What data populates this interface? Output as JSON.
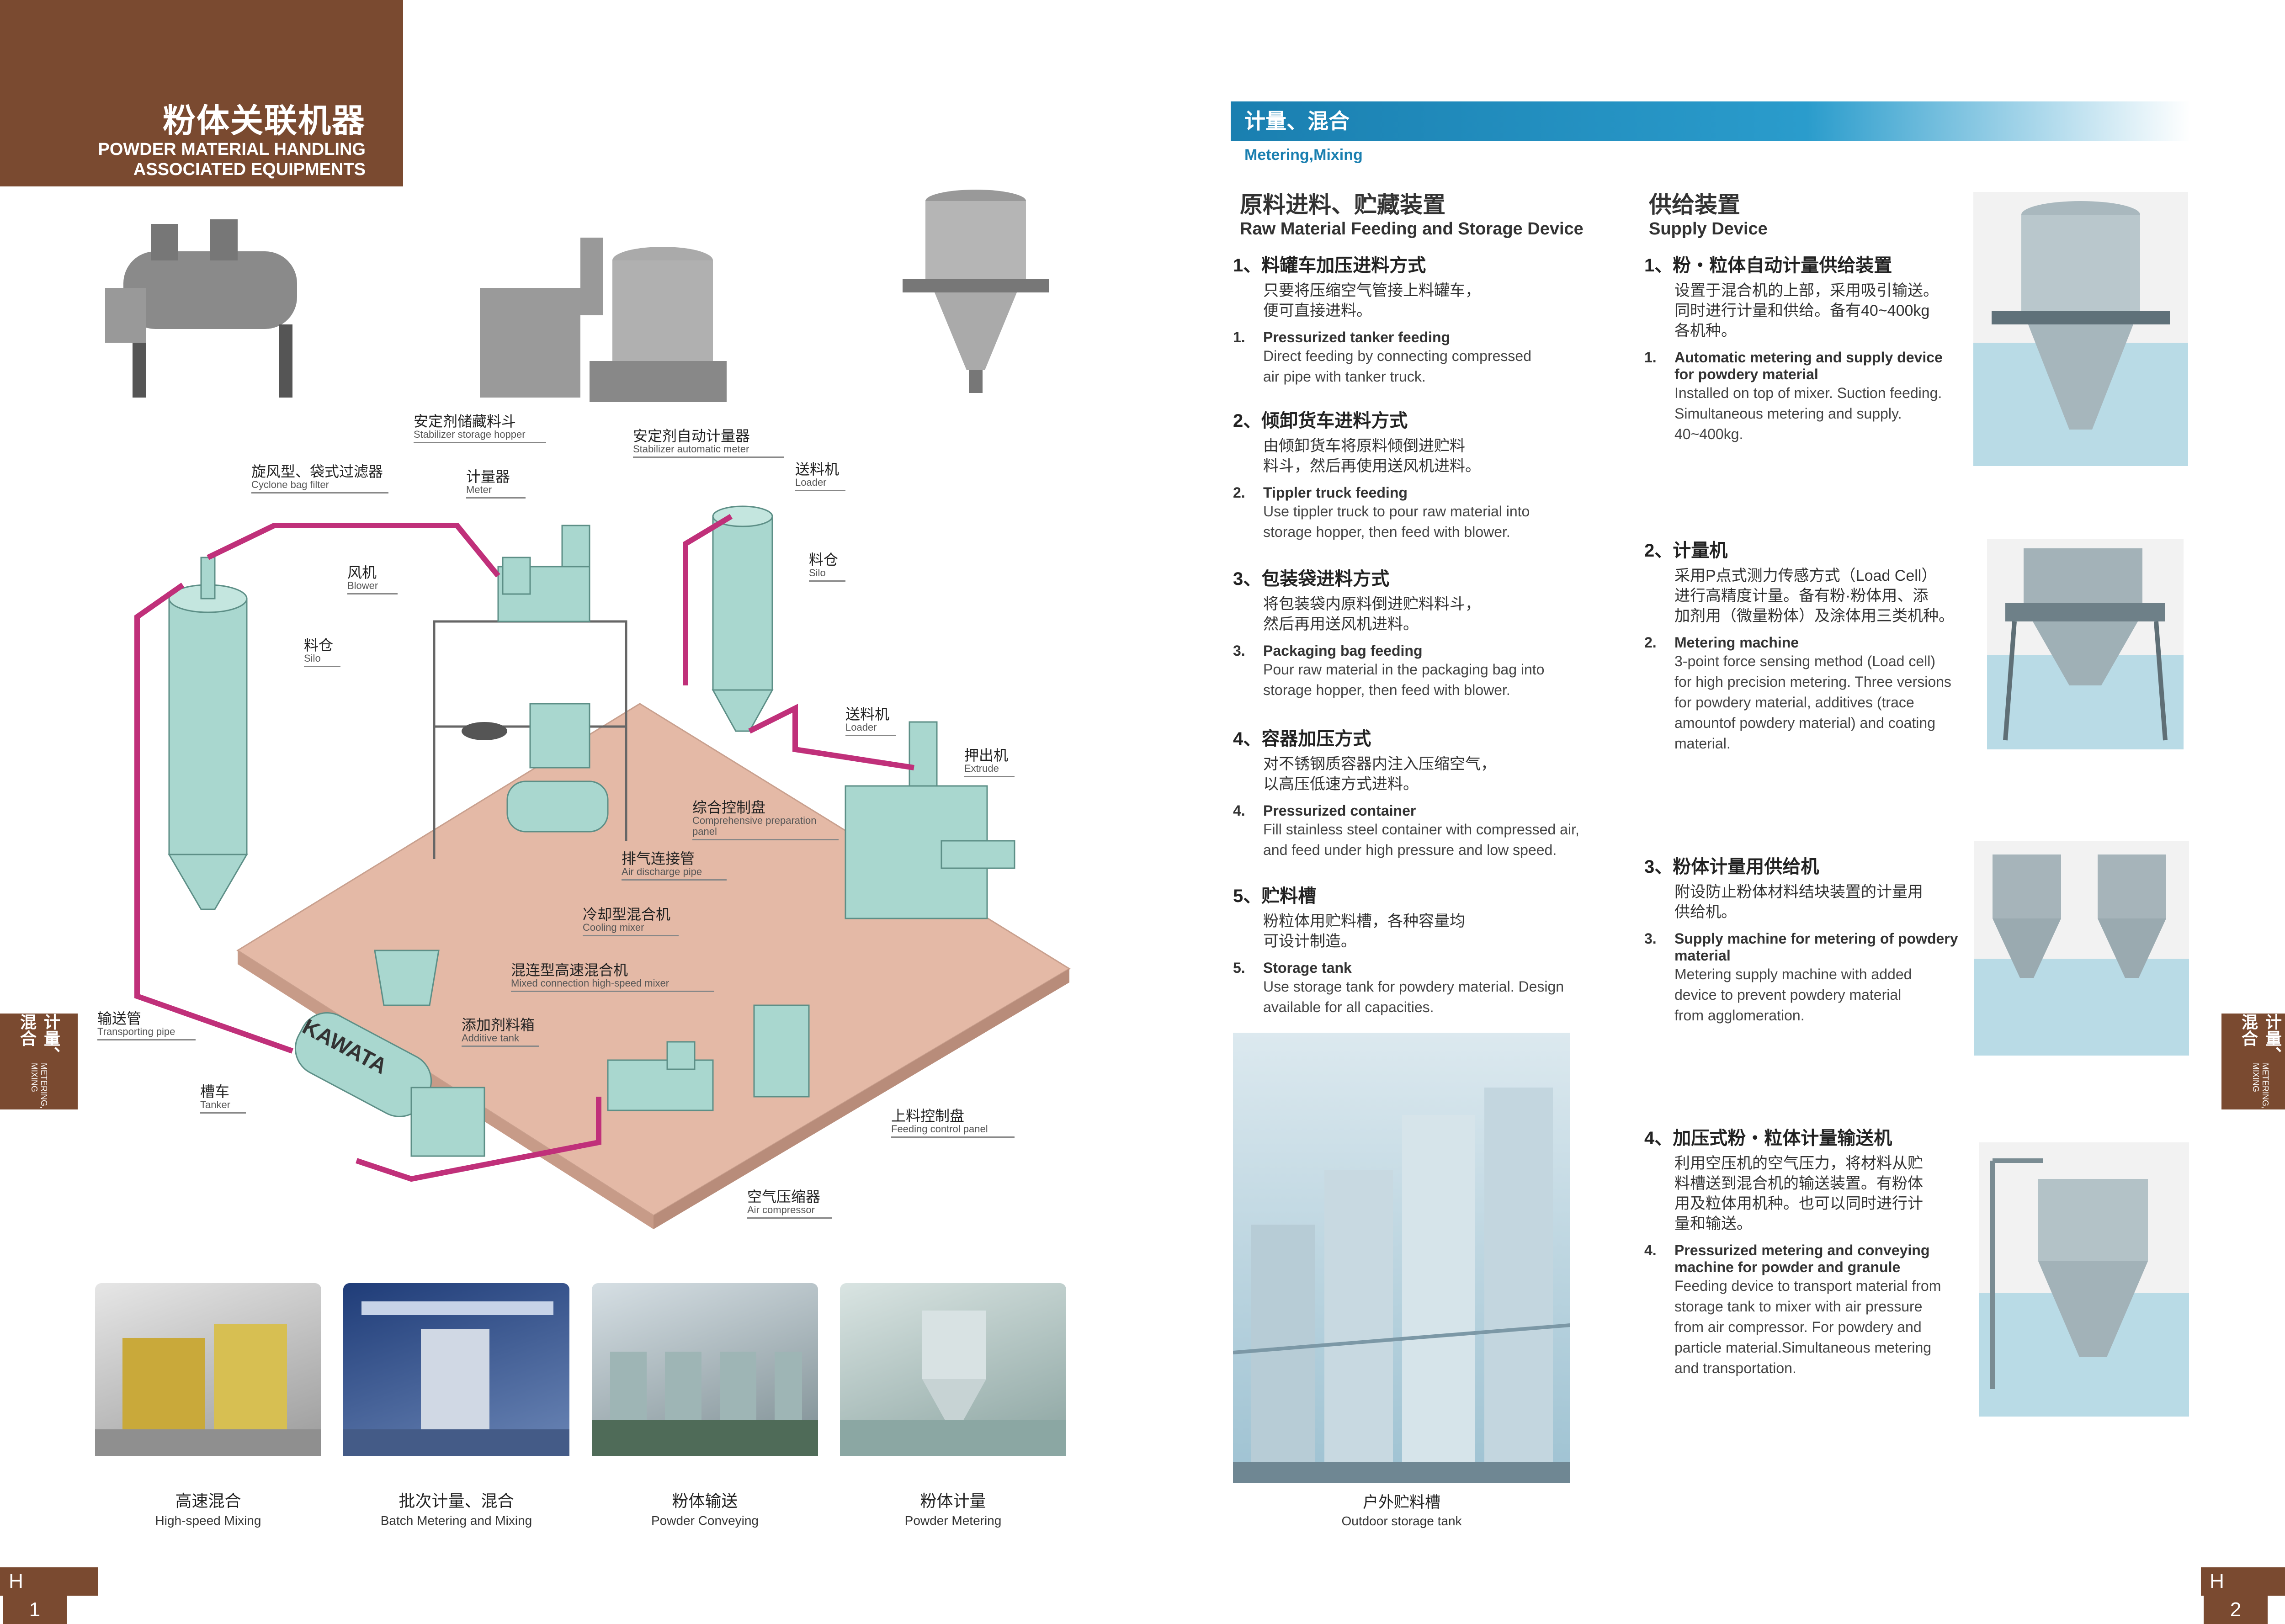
{
  "left_page": {
    "brand": {
      "cn": "粉体关联机器",
      "en_line1": "POWDER MATERIAL HANDLING",
      "en_line2": "ASSOCIATED EQUIPMENTS"
    },
    "side_tab": {
      "cn": "计量、混合",
      "en": "METERING, MIXING"
    },
    "callouts": [
      {
        "cn": "安定剂储藏料斗",
        "en": "Stabilizer storage hopper"
      },
      {
        "cn": "安定剂自动计量器",
        "en": "Stabilizer automatic meter"
      },
      {
        "cn": "旋风型、袋式过滤器",
        "en": "Cyclone bag filter"
      },
      {
        "cn": "计量器",
        "en": "Meter"
      },
      {
        "cn": "送料机",
        "en": "Loader"
      },
      {
        "cn": "风机",
        "en": "Blower"
      },
      {
        "cn": "料仓",
        "en": "Silo"
      },
      {
        "cn": "料仓",
        "en": "Silo"
      },
      {
        "cn": "送料机",
        "en": "Loader"
      },
      {
        "cn": "押出机",
        "en": "Extrude"
      },
      {
        "cn": "综合控制盘",
        "en": "Comprehensive preparation panel"
      },
      {
        "cn": "排气连接管",
        "en": "Air discharge pipe"
      },
      {
        "cn": "冷却型混合机",
        "en": "Cooling mixer"
      },
      {
        "cn": "混连型高速混合机",
        "en": "Mixed connection high-speed mixer"
      },
      {
        "cn": "输送管",
        "en": "Transporting pipe"
      },
      {
        "cn": "添加剂料箱",
        "en": "Additive tank"
      },
      {
        "cn": "槽车",
        "en": "Tanker"
      },
      {
        "cn": "上料控制盘",
        "en": "Feeding control panel"
      },
      {
        "cn": "空气压缩器",
        "en": "Air compressor"
      }
    ],
    "tanker_brand": "KAWATA",
    "gallery": [
      {
        "cn": "高速混合",
        "en": "High-speed Mixing"
      },
      {
        "cn": "批次计量、混合",
        "en": "Batch Metering and Mixing"
      },
      {
        "cn": "粉体输送",
        "en": "Powder Conveying"
      },
      {
        "cn": "粉体计量",
        "en": "Powder Metering"
      }
    ],
    "page_number": {
      "prefix": "H",
      "number": "1"
    }
  },
  "right_page": {
    "banner": {
      "cn": "计量、混合",
      "en": "Metering,Mixing"
    },
    "side_tab": {
      "cn": "计量、混合",
      "en": "METERING, MIXING"
    },
    "col1": {
      "title_cn": "原料进料、贮藏装置",
      "title_en": "Raw Material Feeding and Storage Device",
      "items": [
        {
          "h": "1、料罐车加压进料方式",
          "cn1": "只要将压缩空气管接上料罐车，",
          "cn2": "便可直接进料。",
          "num": "1.",
          "eh": "Pressurized tanker feeding",
          "en1": "Direct feeding by connecting compressed",
          "en2": "air pipe with tanker truck."
        },
        {
          "h": "2、倾卸货车进料方式",
          "cn1": "由倾卸货车将原料倾倒进贮料",
          "cn2": "料斗，然后再使用送风机进料。",
          "num": "2.",
          "eh": "Tippler truck feeding",
          "en1": "Use tippler truck to pour raw material into",
          "en2": "storage hopper, then feed with blower."
        },
        {
          "h": "3、包装袋进料方式",
          "cn1": "将包装袋内原料倒进贮料料斗，",
          "cn2": "然后再用送风机进料。",
          "num": "3.",
          "eh": "Packaging bag feeding",
          "en1": "Pour raw material in the packaging bag into",
          "en2": "storage hopper, then feed with blower."
        },
        {
          "h": "4、容器加压方式",
          "cn1": "对不锈钢质容器内注入压缩空气，",
          "cn2": "以高压低速方式进料。",
          "num": "4.",
          "eh": "Pressurized container",
          "en1": "Fill stainless steel container with compressed air,",
          "en2": "and feed under high pressure and low speed."
        },
        {
          "h": "5、贮料槽",
          "cn1": "粉粒体用贮料槽，各种容量均",
          "cn2": "可设计制造。",
          "num": "5.",
          "eh": "Storage tank",
          "en1": "Use storage tank for powdery material. Design",
          "en2": "available for all capacities."
        }
      ],
      "photo_caption": {
        "cn": "户外贮料槽",
        "en": "Outdoor storage tank"
      }
    },
    "col2": {
      "title_cn": "供给装置",
      "title_en": "Supply Device",
      "items": [
        {
          "h": "1、粉・粒体自动计量供给装置",
          "cn": [
            "设置于混合机的上部，采用吸引输送。",
            "同时进行计量和供给。备有40~400kg",
            "各机种。"
          ],
          "num": "1.",
          "eh": [
            "Automatic metering and supply device",
            "for powdery material"
          ],
          "en": [
            "Installed on top of mixer. Suction feeding.",
            "Simultaneous metering and supply.",
            "40~400kg."
          ]
        },
        {
          "h": "2、计量机",
          "cn": [
            "采用P点式测力传感方式（Load Cell）",
            "进行高精度计量。备有粉·粉体用、添",
            "加剂用（微量粉体）及涂体用三类机种。"
          ],
          "num": "2.",
          "eh": [
            "Metering machine"
          ],
          "en": [
            "3-point force sensing method (Load cell)",
            "for high precision metering. Three versions",
            "for powdery material, additives (trace",
            "amountof powdery material) and coating",
            "material."
          ]
        },
        {
          "h": "3、粉体计量用供给机",
          "cn": [
            "附设防止粉体材料结块装置的计量用",
            "供给机。"
          ],
          "num": "3.",
          "eh": [
            "Supply machine for metering of powdery",
            "material"
          ],
          "en": [
            "Metering supply machine with added",
            "device to prevent powdery material",
            "from agglomeration."
          ]
        },
        {
          "h": "4、加压式粉・粒体计量输送机",
          "cn": [
            "利用空压机的空气压力，将材料从贮",
            "料槽送到混合机的输送装置。有粉体",
            "用及粒体用机种。也可以同时进行计",
            "量和输送。"
          ],
          "num": "4.",
          "eh": [
            "Pressurized metering and conveying",
            "machine for powder and granule"
          ],
          "en": [
            "Feeding device to transport material from",
            "storage tank to mixer with air pressure",
            "from air compressor. For powdery and",
            "particle material.Simultaneous metering",
            "and transportation."
          ]
        }
      ]
    },
    "page_number": {
      "prefix": "H",
      "number": "2"
    }
  },
  "colors": {
    "brand_brown": "#7a4a30",
    "accent_blue": "#1a7fb0",
    "pipe_magenta": "#c0307a",
    "floor_pink": "#e4b9a6",
    "machine_teal": "#a9d7cf"
  }
}
